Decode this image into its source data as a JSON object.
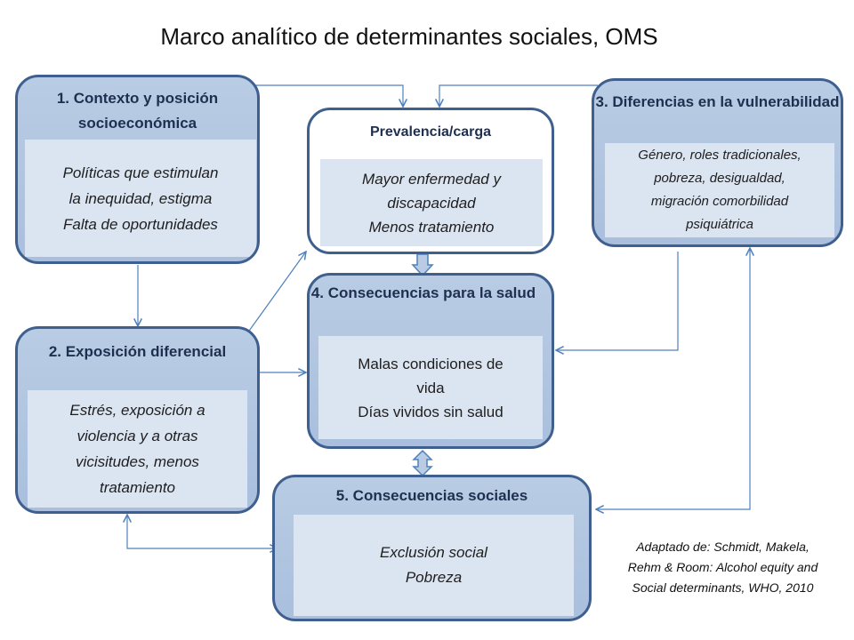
{
  "title": "Marco analítico de determinantes sociales, OMS",
  "box1": {
    "title_lines": [
      "1. Contexto y posición",
      "socioeconómica"
    ],
    "body_lines": [
      "Políticas que estimulan",
      "la inequidad, estigma",
      "Falta de oportunidades"
    ]
  },
  "prevalence": {
    "title": "Prevalencia/carga",
    "body_lines": [
      "Mayor enfermedad y",
      "discapacidad",
      "Menos tratamiento"
    ]
  },
  "box3": {
    "title_lines": [
      "3. Diferencias en la",
      "vulnerabilidad"
    ],
    "body_lines": [
      "Género,  roles tradicionales,",
      "pobreza, desigualdad,",
      "migración comorbilidad",
      "psiquiátrica"
    ]
  },
  "box4": {
    "title_lines": [
      "4. Consecuencias para",
      "la salud"
    ],
    "body_lines": [
      "Malas condiciones de",
      "vida",
      "Días vividos sin salud"
    ]
  },
  "box2": {
    "title_lines": [
      "2. Exposición",
      "diferencial"
    ],
    "body_lines": [
      "Estrés, exposición a",
      "violencia y a otras",
      "vicisitudes, menos",
      "tratamiento"
    ]
  },
  "box5": {
    "title": "5. Consecuencias sociales",
    "body_lines": [
      "Exclusión social",
      "Pobreza"
    ]
  },
  "source_lines": [
    "Adaptado de: Schmidt,",
    "Makela, Rehm & Room:",
    "Alcohol equity and Social",
    "determinants, WHO, 2010"
  ],
  "colors": {
    "border": "#3f5f8f",
    "fill": "#b9cce4",
    "inner": "#dbe4f1",
    "arrow": "#4f81bd"
  }
}
